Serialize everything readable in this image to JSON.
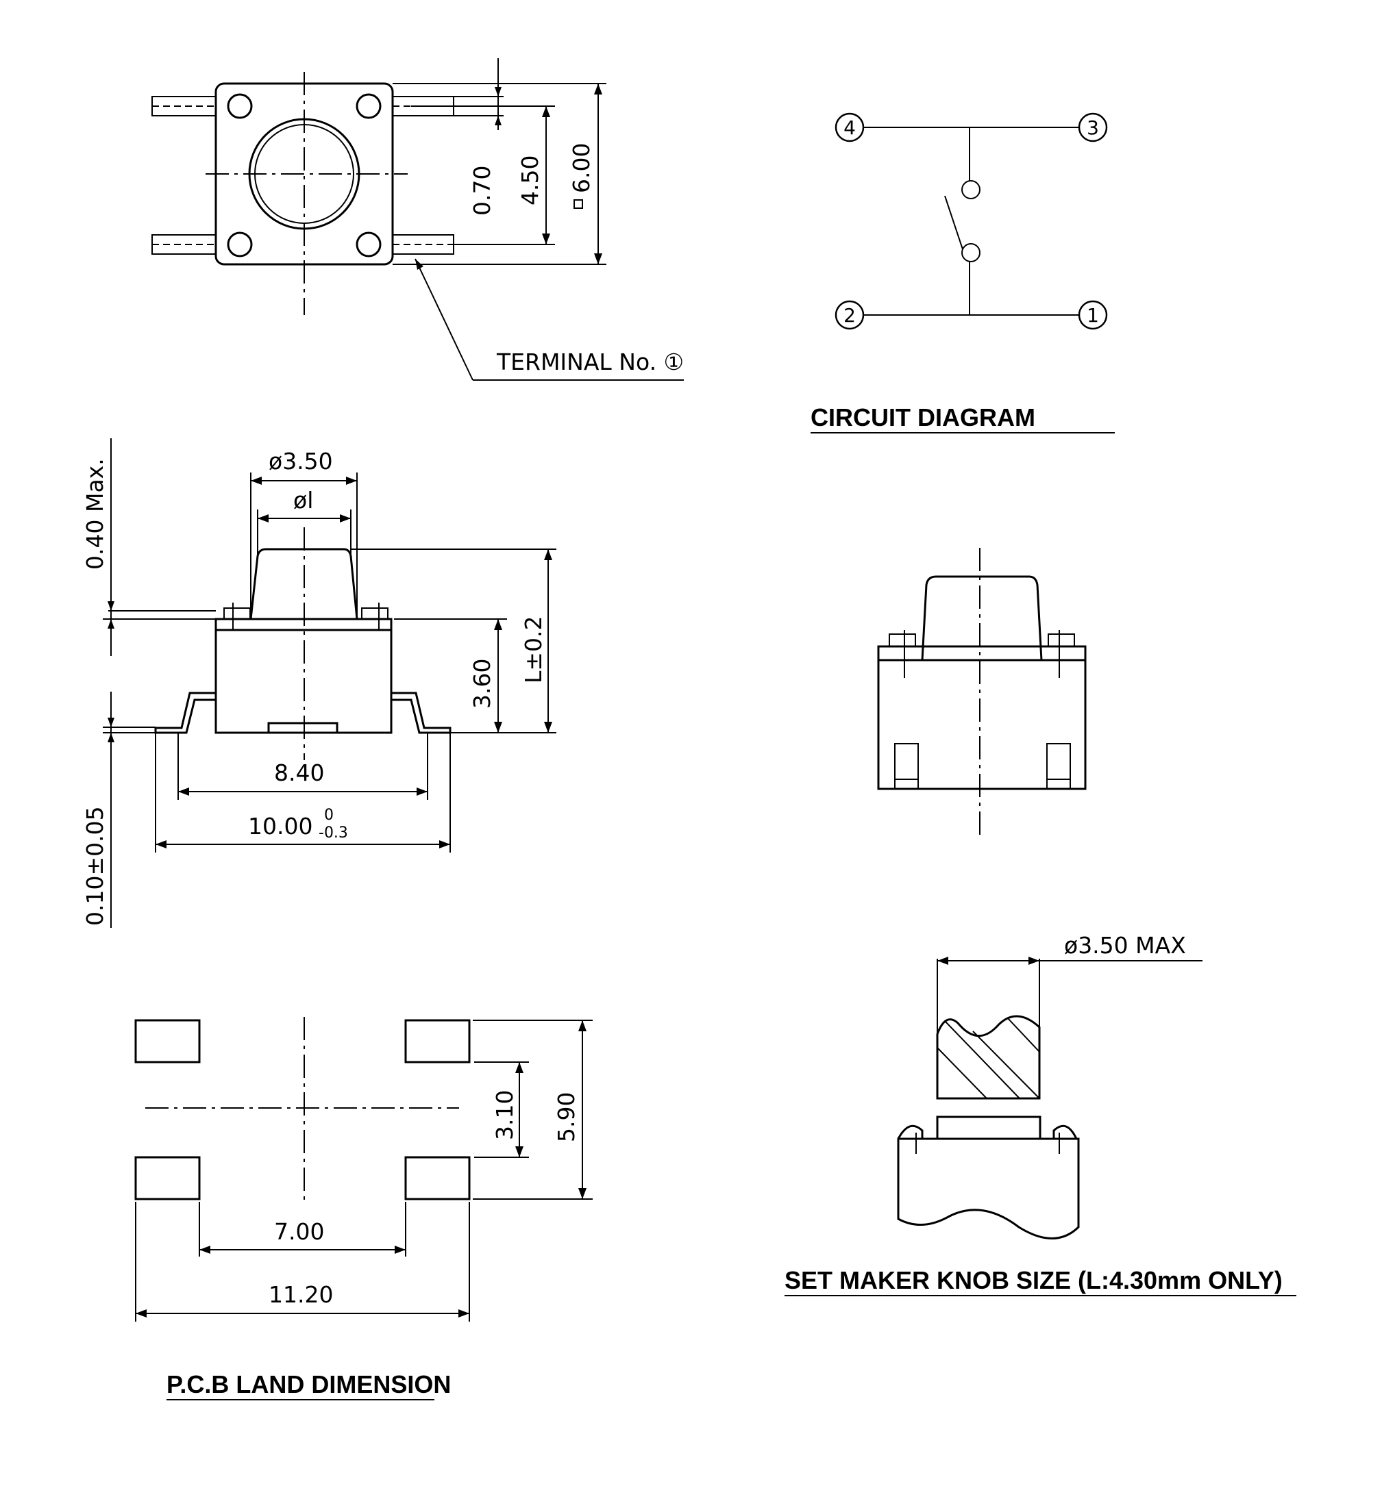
{
  "top_view": {
    "dim_pitch": "0.70",
    "dim_pin_span": "4.50",
    "dim_body": "6.00",
    "terminal_label": "TERMINAL No. ①"
  },
  "circuit": {
    "title": "CIRCUIT DIAGRAM",
    "terminals": [
      "④",
      "③",
      "②",
      "①"
    ]
  },
  "side_view": {
    "dim_cap_dia": "ø3.50",
    "dim_plunger_dia": "øl",
    "dim_max": "0.40 Max.",
    "dim_height": "L±0.2",
    "dim_body_h": "3.60",
    "dim_foot": "0.10±0.05",
    "dim_840": "8.40",
    "dim_1000": "10.00",
    "tol_upper": "0",
    "tol_lower": "-0.3"
  },
  "pcb": {
    "title": "P.C.B LAND DIMENSION",
    "dim_310": "3.10",
    "dim_590": "5.90",
    "dim_700": "7.00",
    "dim_1120": "11.20"
  },
  "knob": {
    "title": "SET MAKER KNOB SIZE (L:4.30mm ONLY)",
    "dim_dia_max": "ø3.50 MAX"
  }
}
